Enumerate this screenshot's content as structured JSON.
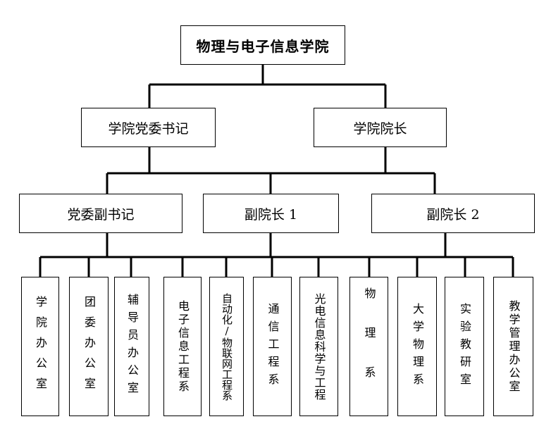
{
  "root": {
    "label": "物理与电子信息学院"
  },
  "level2": {
    "secretary": "学院党委书记",
    "dean": "学院院长"
  },
  "level3": {
    "deputy_secretary": "党委副书记",
    "vice_dean_1": "副院长 1",
    "vice_dean_2": "副院长 2"
  },
  "units": [
    {
      "label": "学院办公室"
    },
    {
      "label": "团委办公室"
    },
    {
      "label": "辅导员办公室"
    },
    {
      "label": "电子信息工程系"
    },
    {
      "label": "自动化/物联网工程系"
    },
    {
      "label": "通信工程系"
    },
    {
      "label": "光电信息科学与工程"
    },
    {
      "label": "物理系"
    },
    {
      "label": "大学物理系"
    },
    {
      "label": "实验教研室"
    },
    {
      "label": "教学管理办公室"
    }
  ]
}
